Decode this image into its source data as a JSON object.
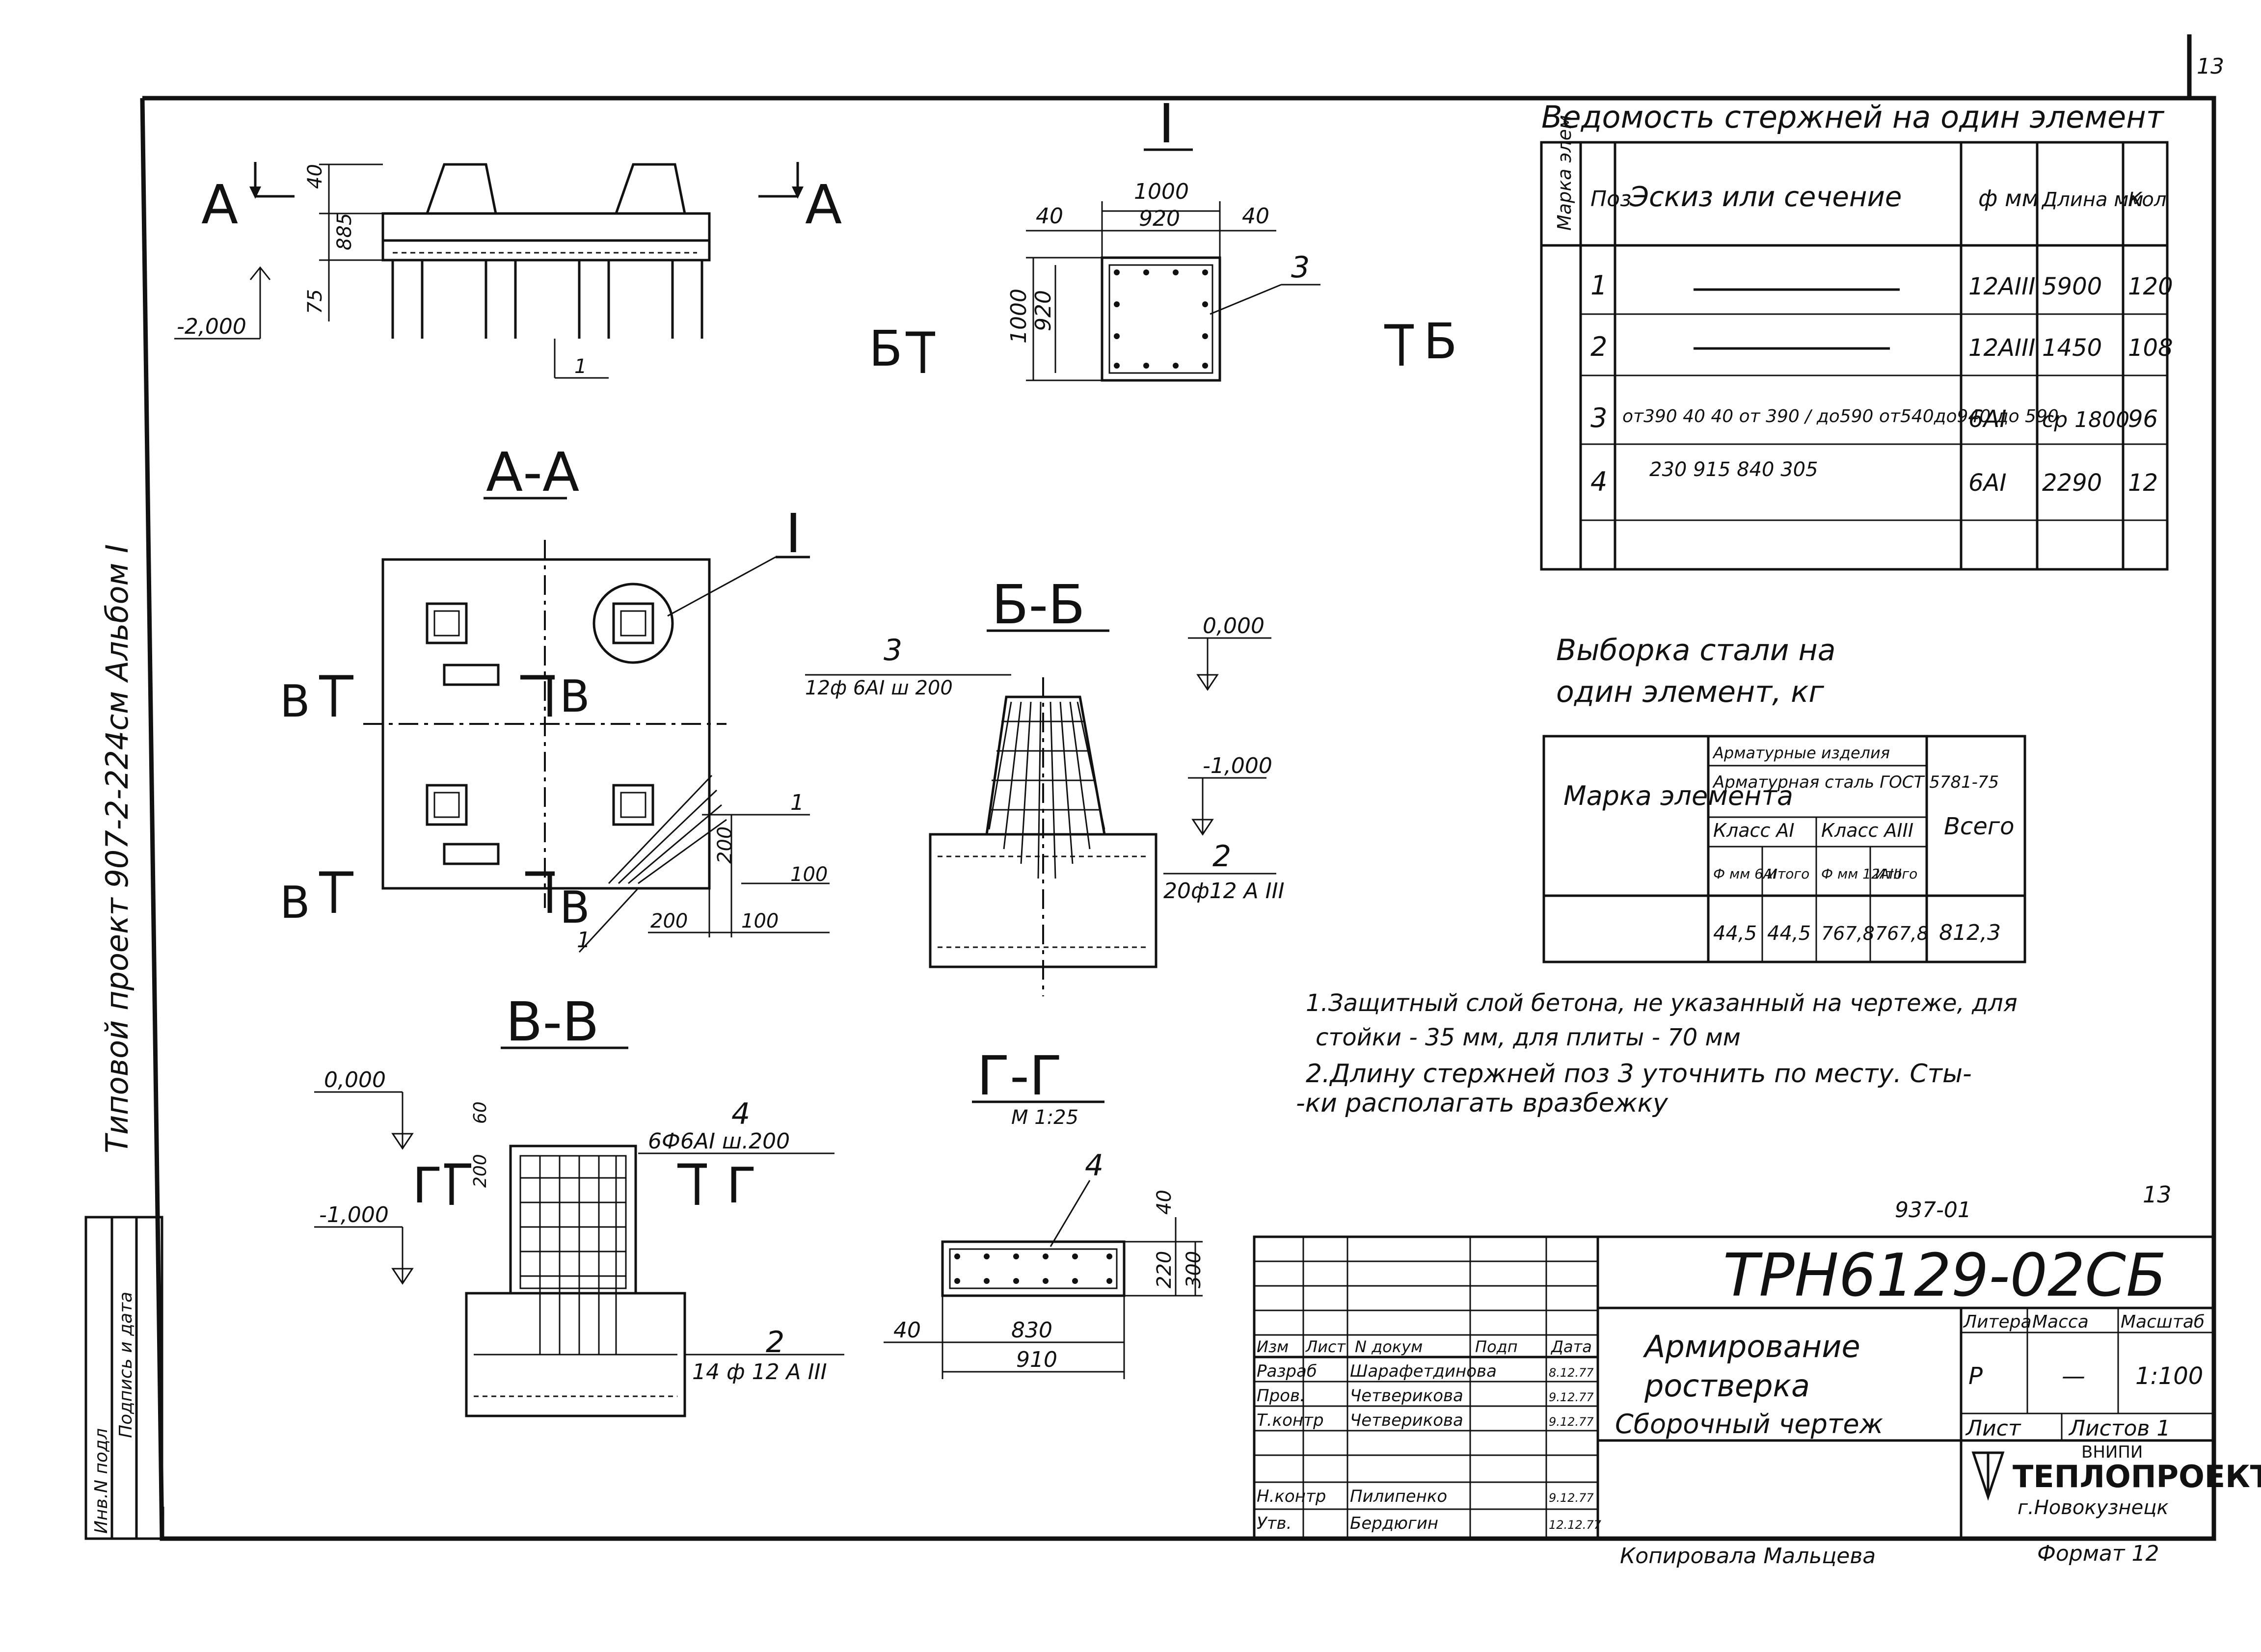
{
  "page": {
    "number": "13"
  },
  "sidebar": {
    "caption": "Типовой проект 907-2-224см Альбом I"
  },
  "stamp_left": {
    "cols": [
      "Инв.N подл",
      "Подпись и дата"
    ]
  },
  "view_top": {
    "mark_left": "А",
    "mark_right": "А",
    "dim_40": "40",
    "dim_885": "885",
    "dim_75": "75",
    "level": "-2,000",
    "pos": "1"
  },
  "view_I": {
    "title": "I",
    "dim_1000": "1000",
    "dim_920": "920",
    "dim_40a": "40",
    "dim_40b": "40",
    "dim_v1000": "1000",
    "dim_v920": "920",
    "pos": "3",
    "mark_left": "Б",
    "mark_right": "Б"
  },
  "view_AA": {
    "title": "А-А",
    "callout": "I",
    "mark_b1": "В",
    "mark_b2": "В",
    "mark_b3": "В",
    "mark_b4": "В",
    "pos1a": "1",
    "pos1b": "1",
    "dim_200a": "200",
    "dim_200b": "200",
    "dim_100a": "100",
    "dim_100b": "100"
  },
  "view_BB": {
    "title": "Б-Б",
    "pos3": "3",
    "note3": "12ф 6АI ш 200",
    "level0": "0,000",
    "level1": "-1,000",
    "pos2": "2",
    "note2": "20ф12 А III"
  },
  "view_VV": {
    "title": "В-В",
    "level0": "0,000",
    "level1": "-1,000",
    "pos4": "4",
    "note4": "6Ф6АI ш.200",
    "dim_200": "200",
    "dim_60": "60",
    "mark_g1": "Г",
    "mark_g2": "Г",
    "pos2": "2",
    "note2": "14 ф 12 А III"
  },
  "view_GG": {
    "title": "Г-Г",
    "scale": "М 1:25",
    "pos4": "4",
    "dim_40a": "40",
    "dim_40b": "40",
    "dim_220": "220",
    "dim_300": "300",
    "dim_830": "830",
    "dim_910": "910"
  },
  "rebar_schedule": {
    "title": "Ведомость стержней на один элемент",
    "headers": [
      "Марка элем",
      "Поз",
      "Эскиз или сечение",
      "ф мм",
      "Длина мм",
      "Кол"
    ],
    "rows": [
      {
        "pos": "1",
        "sketch": "",
        "dia": "12АIII",
        "len": "5900",
        "qty": "120"
      },
      {
        "pos": "2",
        "sketch": "",
        "dia": "12АIII",
        "len": "1450",
        "qty": "108"
      },
      {
        "pos": "3",
        "sketch": "от390 40 40 от 390 / до590 от540до940 до 590",
        "dia": "6АI",
        "len": "ср 1800",
        "qty": "96"
      },
      {
        "pos": "4",
        "sketch": "230 915 840 305",
        "dia": "6АI",
        "len": "2290",
        "qty": "12"
      }
    ]
  },
  "steel_sample": {
    "title_l1": "Выборка стали на",
    "title_l2": "один элемент, кг",
    "h_mark": "Марка элемента",
    "h_items": "Арматурные изделия",
    "h_steel": "Арматурная сталь ГОСТ 5781-75",
    "h_classA1": "Класс АI",
    "h_classA3": "Класс АIII",
    "h_fi6": "Ф мм 6АI",
    "h_itogo1": "Итого",
    "h_fi12": "Ф мм 12АIII",
    "h_itogo2": "Итого",
    "h_total": "Всего",
    "values": [
      "44,5",
      "44,5",
      "767,8",
      "767,8",
      "812,3"
    ]
  },
  "notes": {
    "n1a": "1.Защитный слой бетона, не указанный на чертеже, для",
    "n1b": "стойки - 35 мм, для плиты - 70 мм",
    "n2a": "2.Длину стержней поз 3 уточнить по месту. Сты-",
    "n2b": "-ки располагать вразбежку"
  },
  "title_block": {
    "doc_no": "937-01",
    "page_mark": "13",
    "code": "ТРН6129-02СБ",
    "name_l1": "Армирование",
    "name_l2": "ростверка",
    "name_l3": "Сборочный чертеж",
    "h_izm": "Изм",
    "h_list": "Лист",
    "h_ndoc": "N докум",
    "h_podp": "Подп",
    "h_date": "Дата",
    "people": [
      {
        "role": "Разраб",
        "name": "Шарафетдинова",
        "date": "8.12.77"
      },
      {
        "role": "Пров.",
        "name": "Четверикова",
        "date": "9.12.77"
      },
      {
        "role": "Т.контр",
        "name": "Четверикова",
        "date": "9.12.77"
      },
      {
        "role": "Н.контр",
        "name": "Пилипенко",
        "date": "9.12.77"
      },
      {
        "role": "Утв.",
        "name": "Бердюгин",
        "date": "12.12.77"
      }
    ],
    "h_liter": "Литера",
    "h_mass": "Масса",
    "h_scale": "Масштаб",
    "liter": "Р",
    "mass": "—",
    "scale": "1:100",
    "sheet": "Лист",
    "sheets": "Листов 1",
    "org_l1": "ВНИПИ",
    "org_l2": "ТЕПЛОПРОЕКТ",
    "org_l3": "г.Новокузнецк",
    "copied": "Копировала Мальцева",
    "format": "Формат 12"
  }
}
